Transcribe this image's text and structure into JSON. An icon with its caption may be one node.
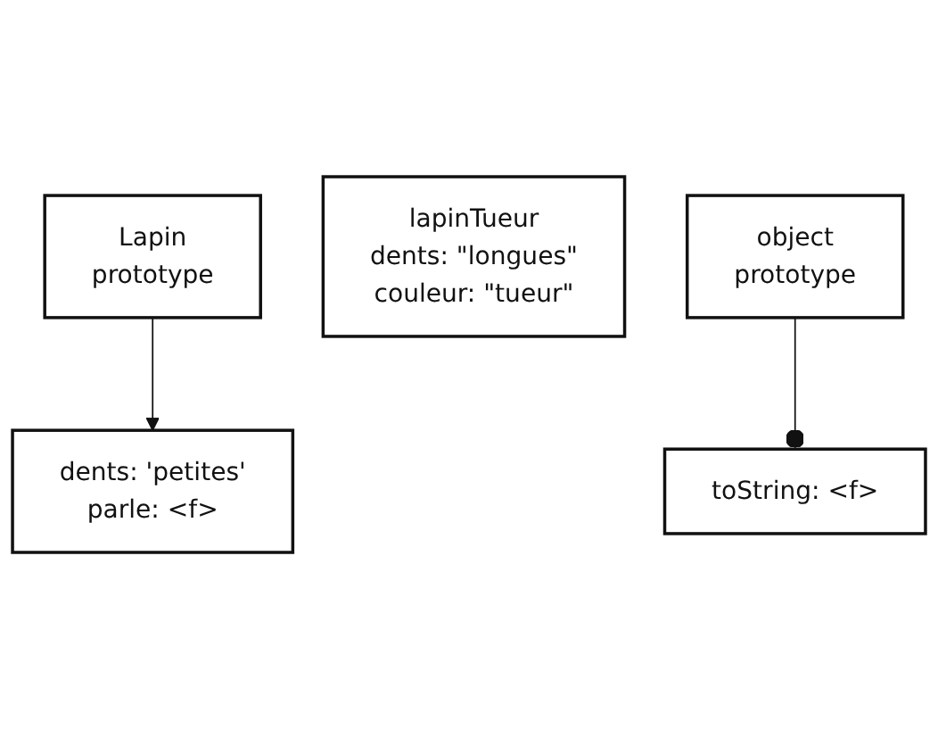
{
  "diagram": {
    "nodes": [
      {
        "text": [
          "Lapin",
          "prototype"
        ]
      },
      {
        "text": [
          "lapinTueur",
          "dents: \"longues\"",
          "couleur: \"tueur\""
        ]
      },
      {
        "text": [
          "object",
          "prototype"
        ]
      },
      {
        "text": [
          "dents: 'petites'",
          "parle: <f>"
        ]
      },
      {
        "text": [
          "toString: <f>"
        ]
      }
    ],
    "edges": [
      {
        "from": 0,
        "to": 3,
        "arrow": "to"
      },
      {
        "from": 2,
        "to": 4,
        "arrow": "other"
      }
    ]
  }
}
